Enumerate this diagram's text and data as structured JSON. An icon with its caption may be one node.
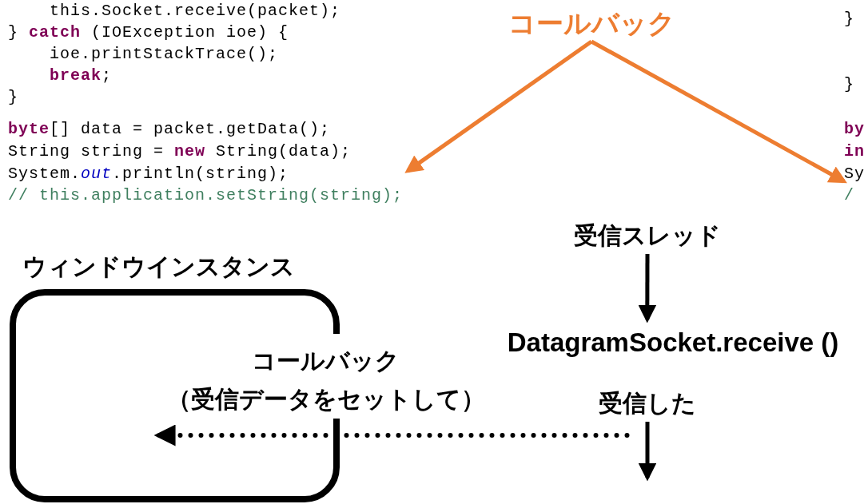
{
  "diagram": {
    "nodes": [
      {
        "text": [
          "コールバック"
        ]
      },
      {
        "text": [
          "this.Socket.receive(packet);",
          "} **catch** (IOException ioe) {",
          "ioe.printStackTrace();",
          "**break**;",
          "}",
          "**byte**[] data = packet.getData();",
          "String string = **new** String(data);",
          "System.*out*.println(string);",
          "// this.application.setString(string);"
        ]
      },
      {
        "text": [
          "}",
          "}",
          "**by**",
          "**in**",
          "Sy",
          "/"
        ]
      },
      {
        "text": [
          "受信スレッド"
        ]
      },
      {
        "text": [
          "DatagramSocket.receive ()"
        ]
      },
      {
        "text": [
          "受信した"
        ]
      },
      {
        "text": [
          "ウィンドウインスタンス"
        ]
      }
    ],
    "edges": [
      {
        "from": 0,
        "to": 1,
        "arrow": "to",
        "color": "#ed7d31"
      },
      {
        "from": 0,
        "to": 2,
        "arrow": "to",
        "color": "#ed7d31"
      },
      {
        "from": 3,
        "to": 4,
        "arrow": "to"
      },
      {
        "from": 5,
        "to": null,
        "arrow": "to"
      },
      {
        "from": 5,
        "to": 6,
        "arrow": "to",
        "style": "dashed",
        "label": "コールバック（受信データをセットして）"
      }
    ]
  }
}
